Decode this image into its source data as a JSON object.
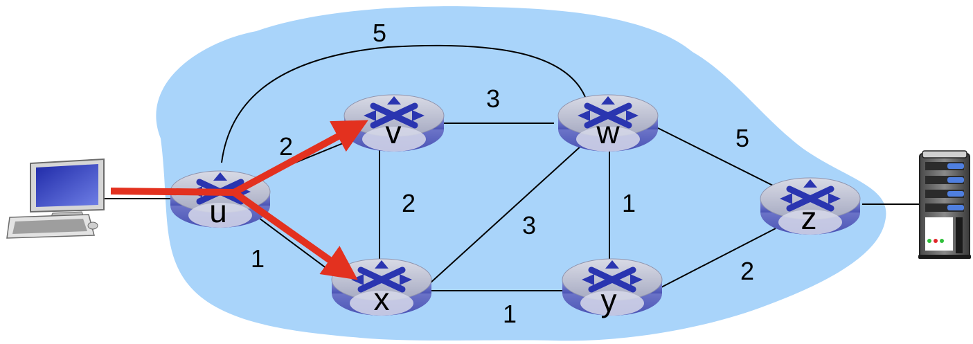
{
  "routers": [
    {
      "id": "u",
      "label": "u"
    },
    {
      "id": "v",
      "label": "v"
    },
    {
      "id": "w",
      "label": "w"
    },
    {
      "id": "x",
      "label": "x"
    },
    {
      "id": "y",
      "label": "y"
    },
    {
      "id": "z",
      "label": "z"
    }
  ],
  "links": [
    {
      "id": "u-w",
      "from": "u",
      "to": "w",
      "cost": "5"
    },
    {
      "id": "u-v",
      "from": "u",
      "to": "v",
      "cost": "2"
    },
    {
      "id": "u-x",
      "from": "u",
      "to": "x",
      "cost": "1"
    },
    {
      "id": "v-w",
      "from": "v",
      "to": "w",
      "cost": "3"
    },
    {
      "id": "v-x",
      "from": "v",
      "to": "x",
      "cost": "2"
    },
    {
      "id": "x-w",
      "from": "x",
      "to": "w",
      "cost": "3"
    },
    {
      "id": "x-y",
      "from": "x",
      "to": "y",
      "cost": "1"
    },
    {
      "id": "w-y",
      "from": "w",
      "to": "y",
      "cost": "1"
    },
    {
      "id": "w-z",
      "from": "w",
      "to": "z",
      "cost": "5"
    },
    {
      "id": "y-z",
      "from": "y",
      "to": "z",
      "cost": "2"
    }
  ],
  "hosts": [
    {
      "id": "laptop",
      "icon": "desktop-computer-icon",
      "attached_to": "u"
    },
    {
      "id": "server",
      "icon": "server-icon",
      "attached_to": "z"
    }
  ],
  "arrows": [
    {
      "id": "to-v",
      "from": "host",
      "to": "v"
    },
    {
      "id": "to-x",
      "from": "host",
      "to": "x"
    }
  ],
  "colors": {
    "network_cloud": "#a9d4fa",
    "router_body": "#6a72c8",
    "router_top": "#b9bccf",
    "router_x": "#2a35b0",
    "arrow": "#e3311f",
    "link": "#000000"
  }
}
